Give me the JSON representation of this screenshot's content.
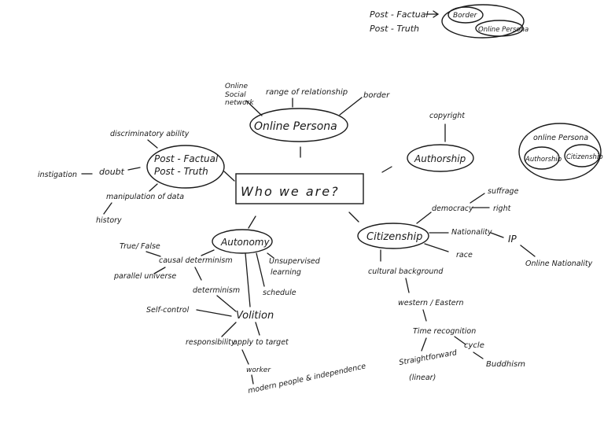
{
  "nodes": {
    "center": "Who we are?",
    "online_persona": "Online Persona",
    "online_social_network_1": "Online",
    "online_social_network_2": "Social",
    "online_social_network_3": "network",
    "range_of_relationship": "range of relationship",
    "border": "border",
    "post_factual": "Post - Factual",
    "post_truth": "Post - Truth",
    "discriminatory_ability": "discriminatory ability",
    "instigation": "instigation",
    "doubt": "doubt",
    "manipulation_of_data": "manipulation of data",
    "history": "history",
    "authorship": "Authorship",
    "copyright": "copyright",
    "autonomy": "Autonomy",
    "true_false": "True/ False",
    "causal_determinism": "causal determinism",
    "parallel_universe": "parallel universe",
    "determinism": "determinism",
    "self_control": "Self-control",
    "volition": "Volition",
    "responsibility": "responsibility",
    "apply_to_target": "apply to target",
    "worker": "worker",
    "modern_people": "modern people & independence",
    "unsupervised_1": "Unsupervised",
    "unsupervised_2": "learning",
    "schedule": "schedule",
    "citizenship": "Citizenship",
    "democracy": "democracy",
    "suffrage": "suffrage",
    "right": "right",
    "nationality": "Nationality",
    "ip": "IP",
    "online_nationality": "Online Nationality",
    "race": "race",
    "cultural_background": "cultural background",
    "western_eastern": "western / Eastern",
    "time_recognition": "Time recognition",
    "straightforward_1": "Straightforward",
    "straightforward_2": "(linear)",
    "cycle": "cycle",
    "buddhism": "Buddhism"
  },
  "top_note": {
    "post_factual": "Post - Factual",
    "post_truth": "Post - Truth",
    "border": "Border",
    "online_persona": "Online Persona"
  },
  "side_venn": {
    "online_persona": "online Persona",
    "authorship": "Authorship",
    "citizenship": "Citizenship"
  }
}
